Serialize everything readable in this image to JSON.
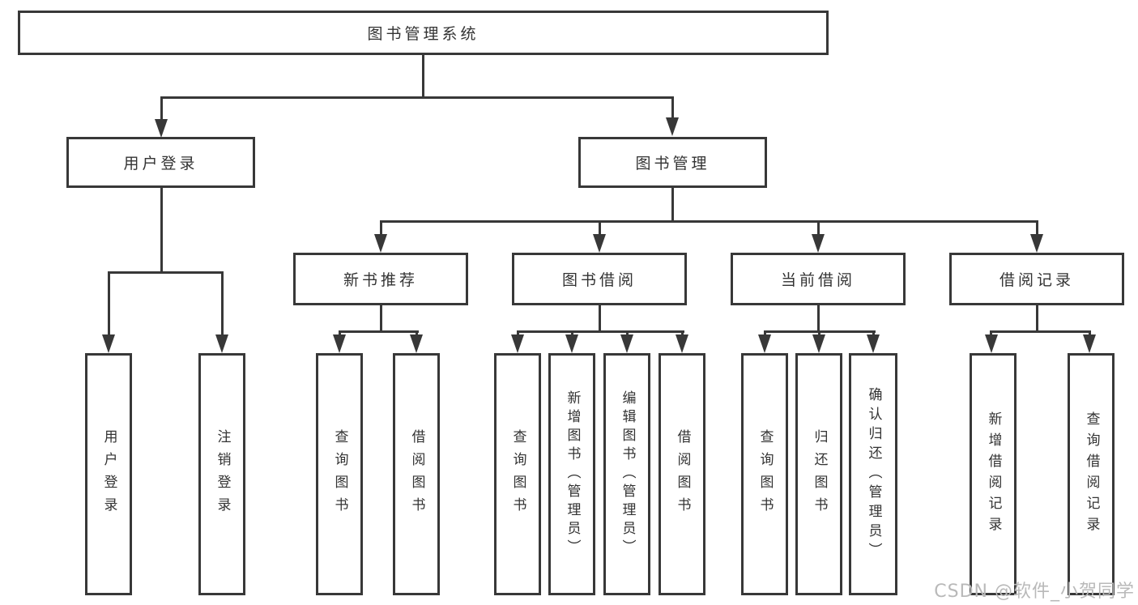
{
  "tree": {
    "root": {
      "label": "图书管理系统"
    },
    "branches": [
      {
        "label": "用户登录",
        "children": [
          {
            "label": "用户登录"
          },
          {
            "label": "注销登录"
          }
        ]
      },
      {
        "label": "图书管理",
        "groups": [
          {
            "label": "新书推荐",
            "children": [
              {
                "label": "查询图书"
              },
              {
                "label": "借阅图书"
              }
            ]
          },
          {
            "label": "图书借阅",
            "children": [
              {
                "label": "查询图书"
              },
              {
                "label": "新增图书（管理员）"
              },
              {
                "label": "编辑图书（管理员）"
              },
              {
                "label": "借阅图书"
              }
            ]
          },
          {
            "label": "当前借阅",
            "children": [
              {
                "label": "查询图书"
              },
              {
                "label": "归还图书"
              },
              {
                "label": "确认归还（管理员）"
              }
            ]
          },
          {
            "label": "借阅记录",
            "children": [
              {
                "label": "新增借阅记录"
              },
              {
                "label": "查询借阅记录"
              }
            ]
          }
        ]
      }
    ]
  },
  "watermark": {
    "text": "CSDN @软件_小贺同学"
  },
  "colors": {
    "line": "#383838",
    "text": "#333333",
    "box_background": "#ffffff",
    "watermark": "#b9b9b9",
    "page_background": "#ffffff"
  }
}
